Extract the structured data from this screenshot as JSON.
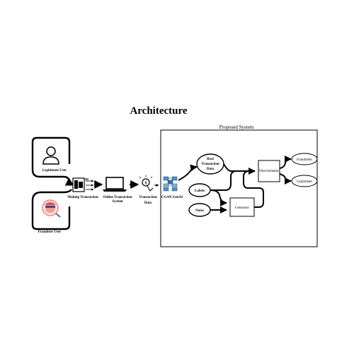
{
  "title": "Architecture",
  "proposed_system_label": "Proposed System",
  "users": {
    "legitimate": "Legitimate User",
    "fraudster": "Fraudster User"
  },
  "pipeline": {
    "making_transaction": "Making Transaction",
    "online_system_line1": "Online Transaction",
    "online_system_line2": "System",
    "transaction_data_line1": "Transaction",
    "transaction_data_line2": "Data",
    "cgan": "CGAN GenAI"
  },
  "gan": {
    "real_line1": "Real",
    "real_line2": "Transaction",
    "real_line3": "Data",
    "labels": "Labels",
    "noise": "Noise",
    "generator": "Generator",
    "discriminator": "Discriminator",
    "fraudulent": "Fraudulent",
    "legitimate": "Legitimate"
  },
  "icons": [
    "user-icon",
    "hacker-icon",
    "card-payment-icon",
    "laptop-icon",
    "data-icon",
    "network-icon"
  ]
}
